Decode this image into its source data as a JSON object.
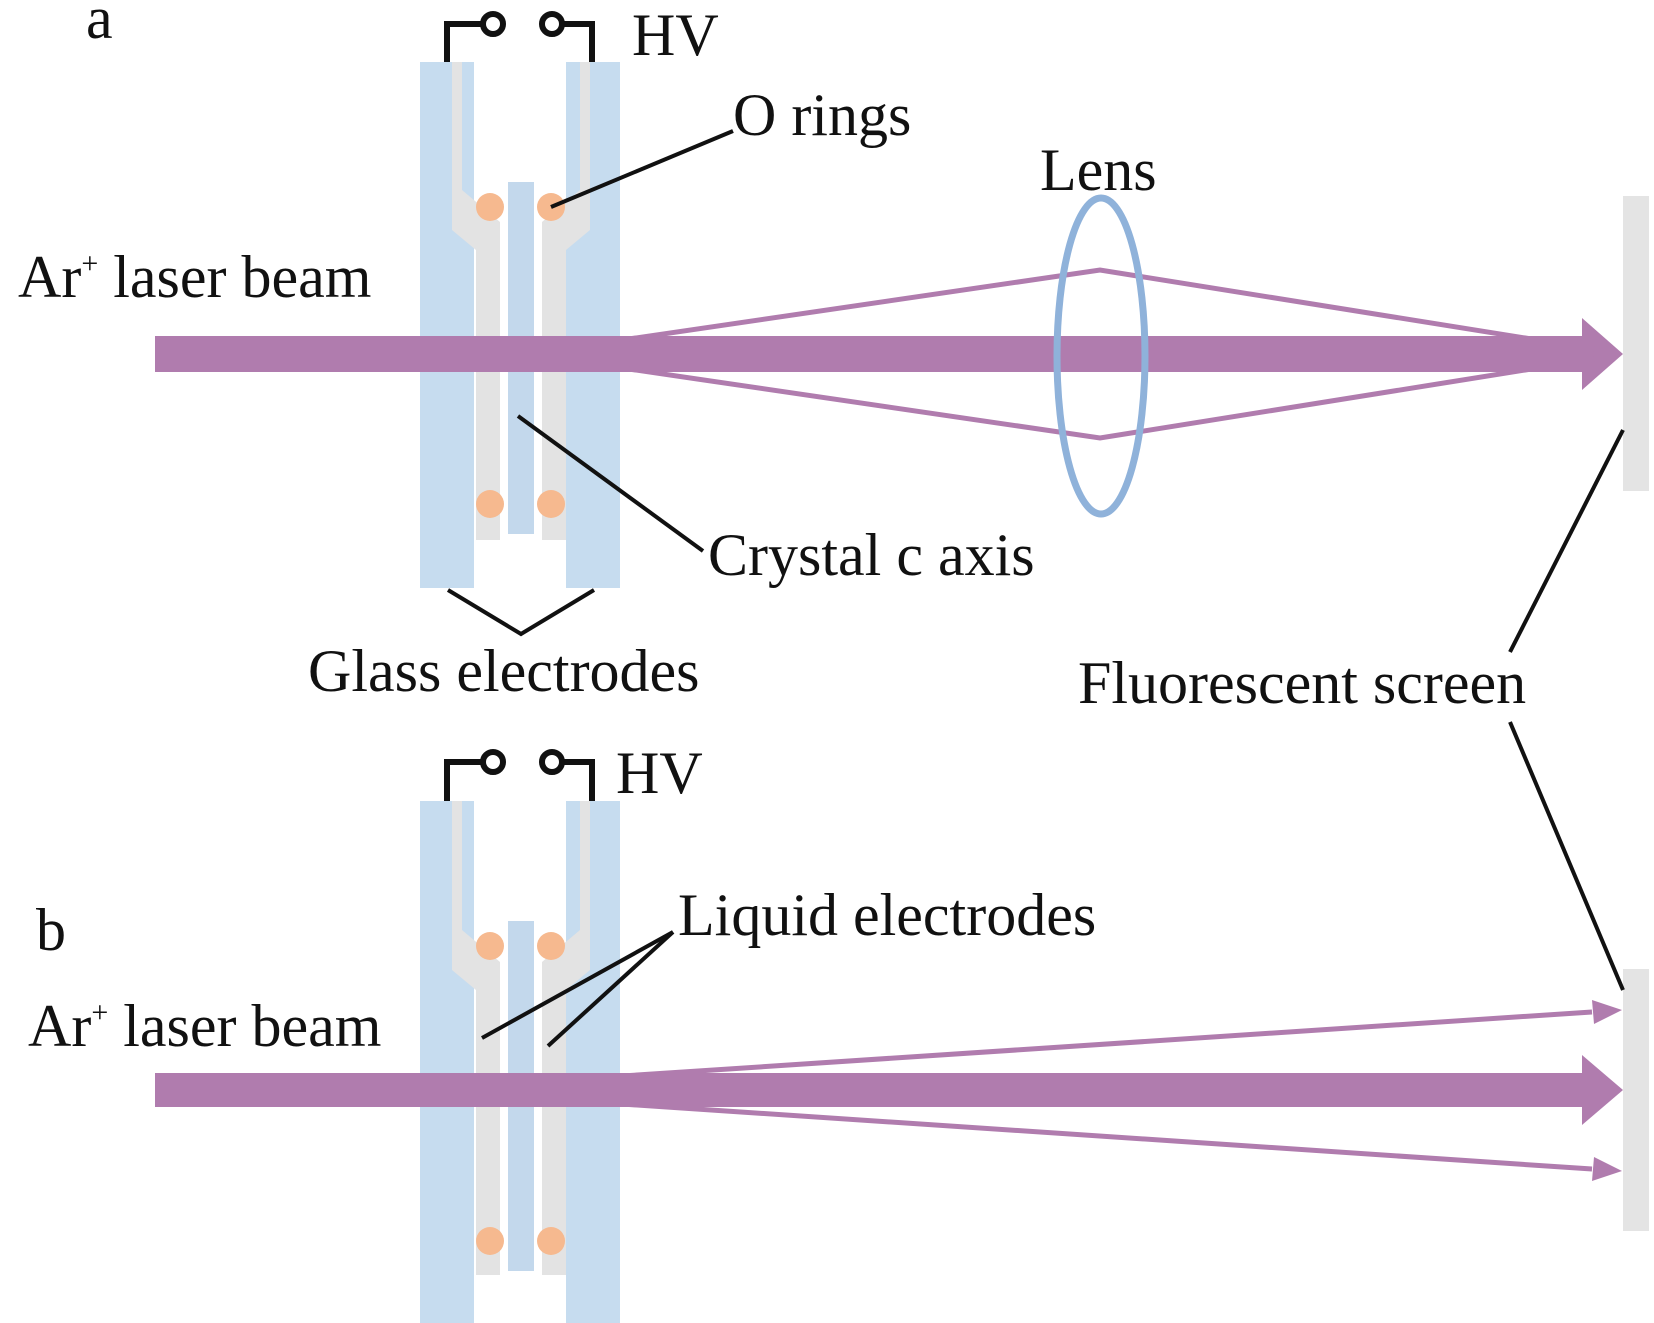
{
  "panel_a": {
    "letter": "a",
    "hv": "HV",
    "o_rings": "O rings",
    "lens": "Lens",
    "beam_prefix": "Ar",
    "beam_sup": "+",
    "beam_suffix": " laser beam",
    "crystal_axis": "Crystal c axis",
    "glass_electrodes": "Glass electrodes"
  },
  "panel_b": {
    "letter": "b",
    "hv": "HV",
    "beam_prefix": "Ar",
    "beam_sup": "+",
    "beam_suffix": " laser beam",
    "liquid_electrodes": "Liquid electrodes"
  },
  "shared": {
    "fluorescent_screen": "Fluorescent screen"
  },
  "colors": {
    "beam": "#b07cae",
    "glass": "#c6dcef",
    "liquid": "#e3e3e3",
    "crystal": "#c3d8ec",
    "o_ring": "#f6b98f",
    "lens": "#8fb2da",
    "screen": "#e4e4e4",
    "wire": "#111111"
  }
}
